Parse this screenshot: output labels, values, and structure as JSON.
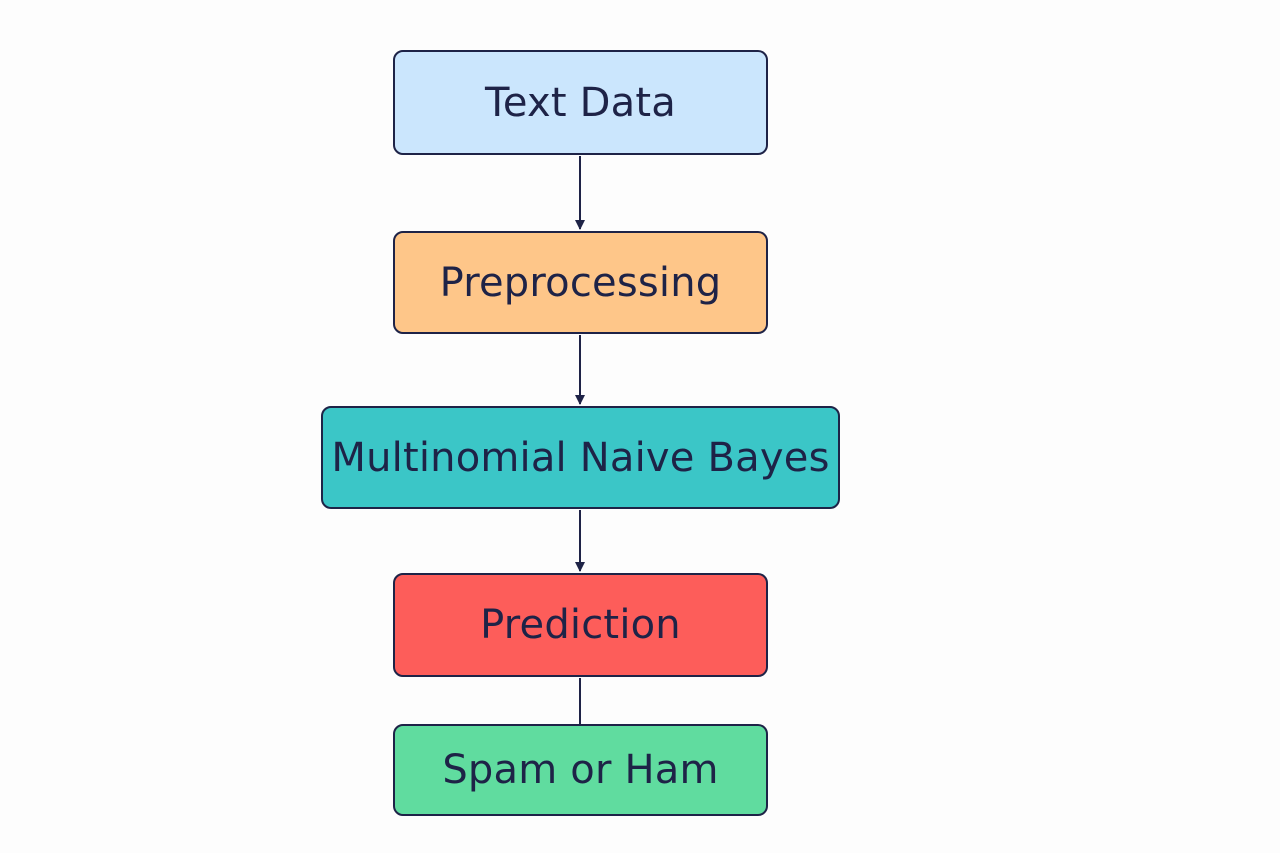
{
  "diagram": {
    "nodes": [
      {
        "id": "text-data",
        "label": "Text Data",
        "color": "#cbe6fd"
      },
      {
        "id": "preprocessing",
        "label": "Preprocessing",
        "color": "#fec689"
      },
      {
        "id": "mnb",
        "label": "Multinomial Naive Bayes",
        "color": "#3bc6c7"
      },
      {
        "id": "prediction",
        "label": "Prediction",
        "color": "#fd5d5a"
      },
      {
        "id": "output",
        "label": "Spam or Ham",
        "color": "#60dc9f"
      }
    ],
    "edges": [
      {
        "from": "text-data",
        "to": "preprocessing",
        "arrow": true
      },
      {
        "from": "preprocessing",
        "to": "mnb",
        "arrow": true
      },
      {
        "from": "mnb",
        "to": "prediction",
        "arrow": true
      },
      {
        "from": "prediction",
        "to": "output",
        "arrow": false
      }
    ],
    "line_color": "#1e2347"
  }
}
